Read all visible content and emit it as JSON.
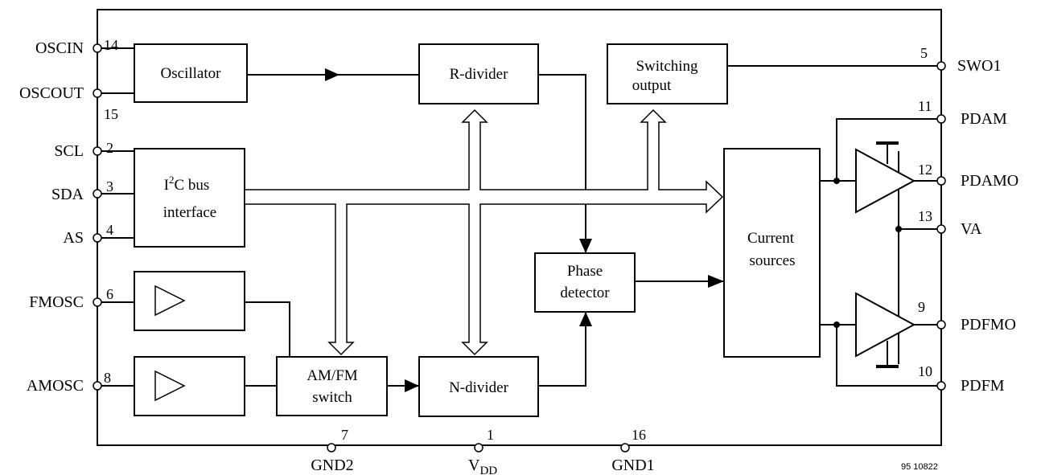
{
  "pins_left": [
    {
      "name": "OSCIN",
      "num": "14"
    },
    {
      "name": "OSCOUT",
      "num": "15"
    },
    {
      "name": "SCL",
      "num": "2"
    },
    {
      "name": "SDA",
      "num": "3"
    },
    {
      "name": "AS",
      "num": "4"
    },
    {
      "name": "FMOSC",
      "num": "6"
    },
    {
      "name": "AMOSC",
      "num": "8"
    }
  ],
  "pins_right": [
    {
      "name": "SWO1",
      "num": "5"
    },
    {
      "name": "PDAM",
      "num": "11"
    },
    {
      "name": "PDAMO",
      "num": "12"
    },
    {
      "name": "VA",
      "num": "13"
    },
    {
      "name": "PDFMO",
      "num": "9"
    },
    {
      "name": "PDFM",
      "num": "10"
    }
  ],
  "pins_bottom": [
    {
      "name": "GND2",
      "num": "7"
    },
    {
      "name_main": "V",
      "name_sub": "DD",
      "num": "1"
    },
    {
      "name": "GND1",
      "num": "16"
    }
  ],
  "blocks": {
    "oscillator": "Oscillator",
    "r_divider": "R-divider",
    "switching_output": [
      "Switching",
      "output"
    ],
    "i2c": {
      "l1_main": "I",
      "l1_sup": "2",
      "l1_rest": "C bus",
      "l2": "interface"
    },
    "current_sources": [
      "Current",
      "sources"
    ],
    "phase_detector": [
      "Phase",
      "detector"
    ],
    "amfm_switch": [
      "AM/FM",
      "switch"
    ],
    "n_divider": "N-divider"
  },
  "figure_id": "95 10822"
}
